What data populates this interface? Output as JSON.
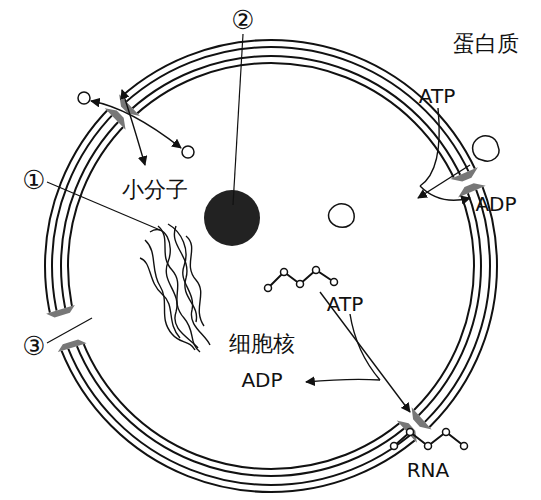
{
  "diagram": {
    "labels": [
      "②",
      "蛋白质",
      "①",
      "小分子",
      "ATP",
      "ADP",
      "ATP",
      "③",
      "细胞核",
      "ADP",
      "RNA"
    ]
  }
}
